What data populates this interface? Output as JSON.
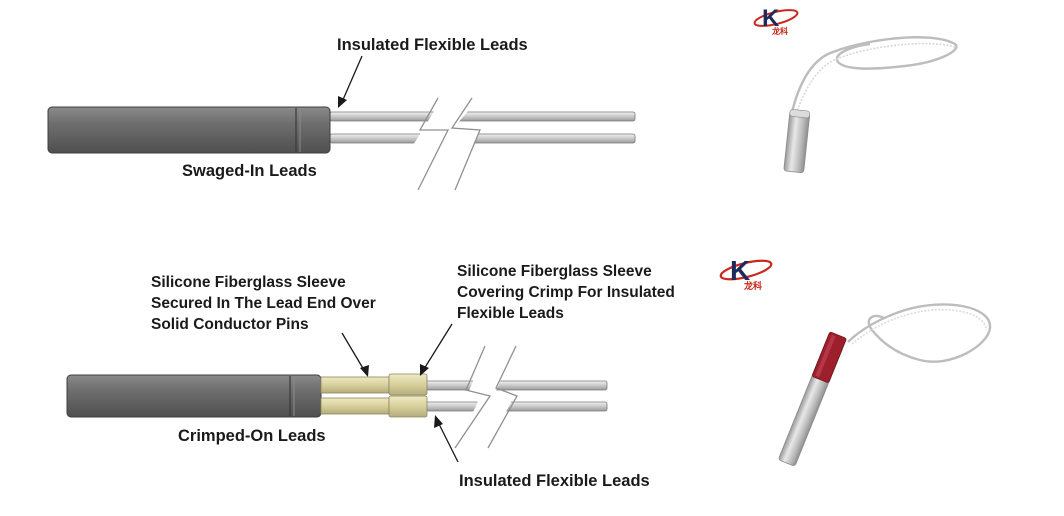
{
  "top_diagram": {
    "label_insulated": "Insulated Flexible Leads",
    "label_swaged": "Swaged-In Leads"
  },
  "bottom_diagram": {
    "sleeve_left_lines": [
      "Silicone Fiberglass Sleeve",
      "Secured In The Lead End Over",
      "Solid Conductor Pins"
    ],
    "sleeve_right_lines": [
      "Silicone Fiberglass Sleeve",
      "Covering Crimp For Insulated",
      "Flexible Leads"
    ],
    "label_crimped": "Crimped-On Leads",
    "label_insulated": "Insulated Flexible Leads"
  },
  "logo": {
    "letter": "K",
    "chinese": "龙科"
  },
  "colors": {
    "sheath": "#6e6e6e",
    "sheath_dark": "#4a4a4a",
    "lead": "#d0d0d0",
    "sleeve": "#d9d3a4",
    "logo_red": "#c8281e",
    "photo_red_sleeve": "#9e1f2c"
  }
}
